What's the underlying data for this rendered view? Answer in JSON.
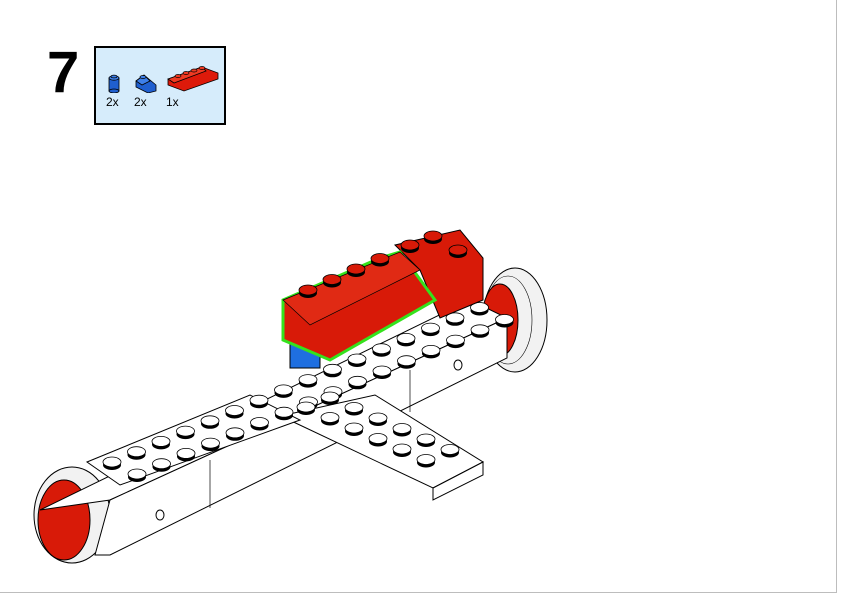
{
  "step_number": "7",
  "parts_list": [
    {
      "icon": "blue-round-brick-icon",
      "qty": "2x",
      "color": "#1f5fcf"
    },
    {
      "icon": "blue-slope-brick-icon",
      "qty": "2x",
      "color": "#1f5fcf"
    },
    {
      "icon": "red-slope-2x4-icon",
      "qty": "1x",
      "color": "#dd1a0a"
    }
  ],
  "colors": {
    "red": "#d81a08",
    "blue": "#1f6fe0",
    "highlight": "#35e21c",
    "white": "#ffffff"
  }
}
